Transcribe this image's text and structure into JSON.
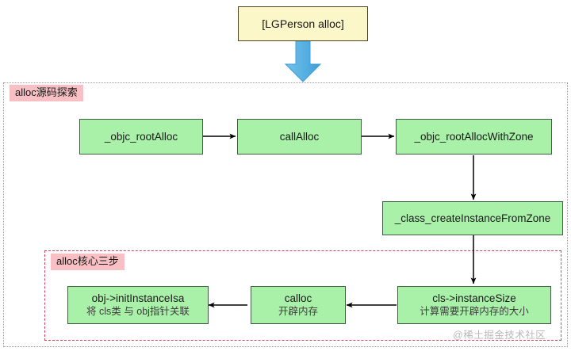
{
  "diagram": {
    "entry_node": {
      "label": "[LGPerson alloc]"
    },
    "big_arrow": {
      "icon": "down-block-arrow",
      "color": "#5bb3e4"
    },
    "sections": [
      {
        "id": "source-exploration",
        "label": "alloc源码探索",
        "border_style": "dotted",
        "border_color": "#9a9a9a",
        "label_bg": "#f8bfc4"
      },
      {
        "id": "core-three-steps",
        "label": "alloc核心三步",
        "border_style": "dashed",
        "border_color": "#d1425a",
        "label_bg": "#f8bfc4"
      }
    ],
    "nodes": [
      {
        "id": "objc_rootAlloc",
        "title": "_objc_rootAlloc",
        "subtitle": ""
      },
      {
        "id": "callAlloc",
        "title": "callAlloc",
        "subtitle": ""
      },
      {
        "id": "objc_rootAllocWithZone",
        "title": "_objc_rootAllocWithZone",
        "subtitle": ""
      },
      {
        "id": "class_createInstanceFromZone",
        "title": "_class_createInstanceFromZone",
        "subtitle": ""
      },
      {
        "id": "instanceSize",
        "title": "cls->instanceSize",
        "subtitle": "计算需要开辟内存的大小"
      },
      {
        "id": "calloc",
        "title": "calloc",
        "subtitle": "开辟内存"
      },
      {
        "id": "initInstanceIsa",
        "title": "obj->initInstanceIsa",
        "subtitle": "将 cls类 与 obj指针关联"
      }
    ],
    "colors": {
      "node_yellow_fill": "#fcf7c8",
      "node_yellow_border": "#4a4326",
      "node_green_fill": "#a9f0a9",
      "node_green_border": "#3f5d44",
      "arrow": "#000000",
      "big_arrow": "#5bb3e4"
    },
    "watermark": "@稀土掘金技术社区"
  }
}
